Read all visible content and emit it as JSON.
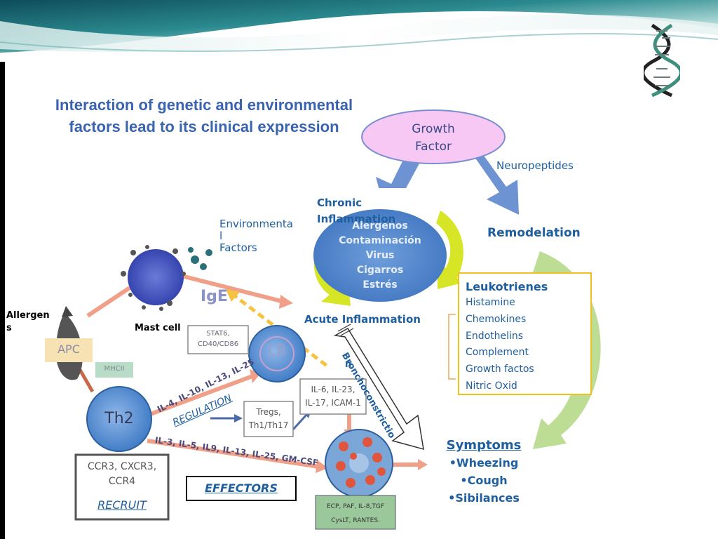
{
  "slide": {
    "title_line1": "Interaction of genetic and environmental",
    "title_line2": "factors lead to its clinical expression",
    "dna_icon": "dna-helix-icon"
  },
  "diagram": {
    "growth_factor_line1": "Growth",
    "growth_factor_line2": "Factor",
    "neuropeptides": "Neuropeptides",
    "chronic_line1": "Chronic",
    "chronic_line2": "Inflammation",
    "remodelation": "Remodelation",
    "env_line1": "Environmenta",
    "env_line2": "l",
    "env_line3": "Factors",
    "central": [
      "Alergenos",
      "Contaminación",
      "Virus",
      "Cigarros",
      "Estrés"
    ],
    "acute": "Acute Inflammation",
    "broncho": "Bronchoconstrictio",
    "broncho_tail": "n",
    "allergens_line1": "Allergen",
    "allergens_line2": "s",
    "mast_cell": "Mast cell",
    "ige": "IgE",
    "apc": "APC",
    "mhcii": "MHCII",
    "stat_line1": "STAT6,",
    "stat_line2": "CD40/CD86",
    "lb": "LB",
    "th2": "Th2",
    "il_top": "IL-4, IL-10, IL-13, IL-25",
    "regulation": "REGULATION",
    "tregs_line1": "Tregs,",
    "tregs_line2": "Th1/Th17",
    "il6_line1": "IL-6, IL-23,",
    "il6_line2": "IL-17, ICAM-1",
    "il_bottom": "IL-3, IL-5, IL9, IL-13, IL-25, GM-CSF",
    "ccr_line1": "CCR3, CXCR3,",
    "ccr_line2": "CCR4",
    "recruit": "RECRUIT",
    "effectors": "EFFECTORS",
    "ecp_line1": "ECP, PAF, IL-8,TGF",
    "ecp_line2": "CysLT, RANTES."
  },
  "leukotrienes": {
    "title": "Leukotrienes",
    "items": [
      "Histamine",
      "Chemokines",
      "Endothelins",
      "Complement",
      "Growth factos",
      "Nitric Oxid"
    ]
  },
  "symptoms": {
    "title": "Symptoms",
    "items": [
      "•Wheezing",
      "•Cough",
      "•Sibilances"
    ]
  },
  "colors": {
    "title": "#3a63b0",
    "label": "#1f5fa0",
    "growth_fill": "#f8c8f5",
    "blue_arrow": "#6d93d2",
    "green_arrow": "#b6d98a",
    "central_fill": "#4a80c8",
    "yellow_arrow": "#d6e626",
    "leuko_border": "#f0c020"
  }
}
